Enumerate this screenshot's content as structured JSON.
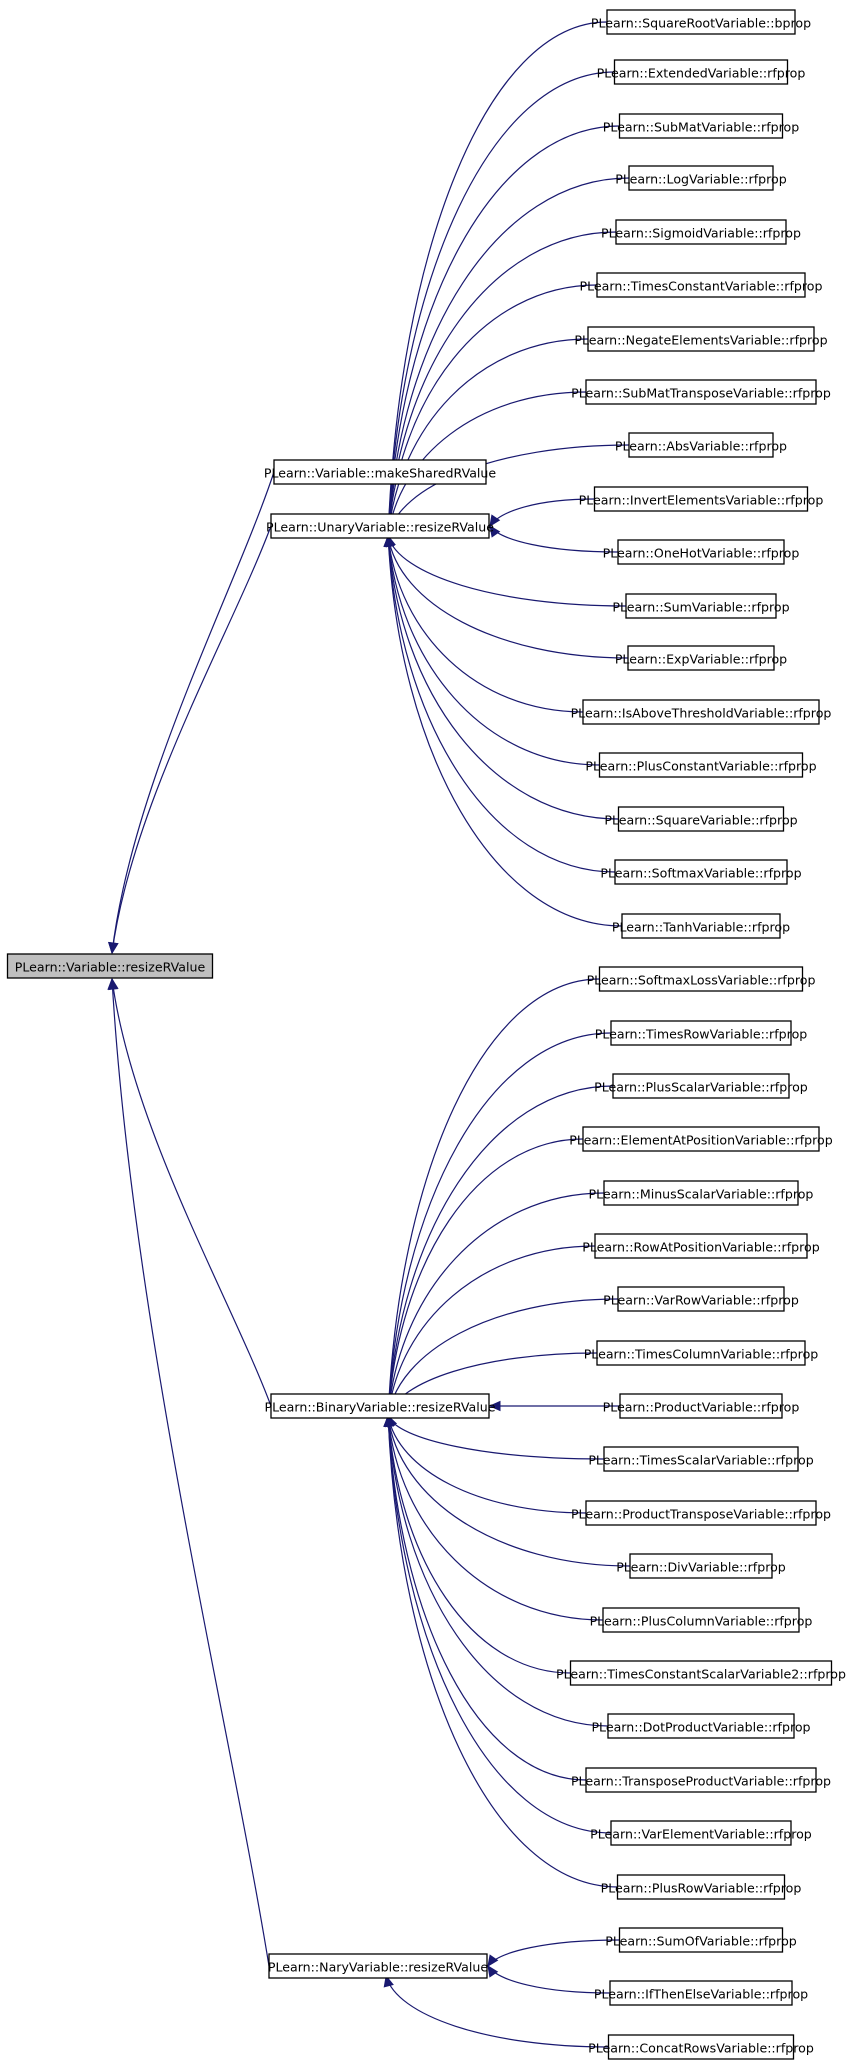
{
  "graph": {
    "colors": {
      "edge": "#191970",
      "root_fill": "#bfbfbf",
      "node_fill": "#ffffff",
      "node_border": "#000000"
    },
    "root": "PLearn::Variable::resizeRValue",
    "nodes": [
      {
        "id": "root",
        "label": "PLearn::Variable::resizeRValue"
      },
      {
        "id": "makeShared",
        "label": "PLearn::Variable::makeSharedRValue"
      },
      {
        "id": "unary",
        "label": "PLearn::UnaryVariable::resizeRValue"
      },
      {
        "id": "binary",
        "label": "PLearn::BinaryVariable::resizeRValue"
      },
      {
        "id": "nary",
        "label": "PLearn::NaryVariable::resizeRValue"
      },
      {
        "id": "u1",
        "label": "PLearn::SquareRootVariable::bprop"
      },
      {
        "id": "u2",
        "label": "PLearn::ExtendedVariable::rfprop"
      },
      {
        "id": "u3",
        "label": "PLearn::SubMatVariable::rfprop"
      },
      {
        "id": "u4",
        "label": "PLearn::LogVariable::rfprop"
      },
      {
        "id": "u5",
        "label": "PLearn::SigmoidVariable::rfprop"
      },
      {
        "id": "u6",
        "label": "PLearn::TimesConstantVariable::rfprop"
      },
      {
        "id": "u7",
        "label": "PLearn::NegateElementsVariable::rfprop"
      },
      {
        "id": "u8",
        "label": "PLearn::SubMatTransposeVariable::rfprop"
      },
      {
        "id": "u9",
        "label": "PLearn::AbsVariable::rfprop"
      },
      {
        "id": "u10",
        "label": "PLearn::InvertElementsVariable::rfprop"
      },
      {
        "id": "u11",
        "label": "PLearn::OneHotVariable::rfprop"
      },
      {
        "id": "u12",
        "label": "PLearn::SumVariable::rfprop"
      },
      {
        "id": "u13",
        "label": "PLearn::ExpVariable::rfprop"
      },
      {
        "id": "u14",
        "label": "PLearn::IsAboveThresholdVariable::rfprop"
      },
      {
        "id": "u15",
        "label": "PLearn::PlusConstantVariable::rfprop"
      },
      {
        "id": "u16",
        "label": "PLearn::SquareVariable::rfprop"
      },
      {
        "id": "u17",
        "label": "PLearn::SoftmaxVariable::rfprop"
      },
      {
        "id": "u18",
        "label": "PLearn::TanhVariable::rfprop"
      },
      {
        "id": "b1",
        "label": "PLearn::SoftmaxLossVariable::rfprop"
      },
      {
        "id": "b2",
        "label": "PLearn::TimesRowVariable::rfprop"
      },
      {
        "id": "b3",
        "label": "PLearn::PlusScalarVariable::rfprop"
      },
      {
        "id": "b4",
        "label": "PLearn::ElementAtPositionVariable::rfprop"
      },
      {
        "id": "b5",
        "label": "PLearn::MinusScalarVariable::rfprop"
      },
      {
        "id": "b6",
        "label": "PLearn::RowAtPositionVariable::rfprop"
      },
      {
        "id": "b7",
        "label": "PLearn::VarRowVariable::rfprop"
      },
      {
        "id": "b8",
        "label": "PLearn::TimesColumnVariable::rfprop"
      },
      {
        "id": "b9",
        "label": "PLearn::ProductVariable::rfprop"
      },
      {
        "id": "b10",
        "label": "PLearn::TimesScalarVariable::rfprop"
      },
      {
        "id": "b11",
        "label": "PLearn::ProductTransposeVariable::rfprop"
      },
      {
        "id": "b12",
        "label": "PLearn::DivVariable::rfprop"
      },
      {
        "id": "b13",
        "label": "PLearn::PlusColumnVariable::rfprop"
      },
      {
        "id": "b14",
        "label": "PLearn::TimesConstantScalarVariable2::rfprop"
      },
      {
        "id": "b15",
        "label": "PLearn::DotProductVariable::rfprop"
      },
      {
        "id": "b16",
        "label": "PLearn::TransposeProductVariable::rfprop"
      },
      {
        "id": "b17",
        "label": "PLearn::VarElementVariable::rfprop"
      },
      {
        "id": "b18",
        "label": "PLearn::PlusRowVariable::rfprop"
      },
      {
        "id": "n1",
        "label": "PLearn::SumOfVariable::rfprop"
      },
      {
        "id": "n2",
        "label": "PLearn::IfThenElseVariable::rfprop"
      },
      {
        "id": "n3",
        "label": "PLearn::ConcatRowsVariable::rfprop"
      }
    ],
    "edges": [
      {
        "from": "makeShared",
        "to": "root"
      },
      {
        "from": "unary",
        "to": "root"
      },
      {
        "from": "binary",
        "to": "root"
      },
      {
        "from": "nary",
        "to": "root"
      },
      {
        "from": "u1",
        "to": "unary"
      },
      {
        "from": "u2",
        "to": "unary"
      },
      {
        "from": "u3",
        "to": "unary"
      },
      {
        "from": "u4",
        "to": "unary"
      },
      {
        "from": "u5",
        "to": "unary"
      },
      {
        "from": "u6",
        "to": "unary"
      },
      {
        "from": "u7",
        "to": "unary"
      },
      {
        "from": "u8",
        "to": "unary"
      },
      {
        "from": "u9",
        "to": "unary"
      },
      {
        "from": "u10",
        "to": "unary"
      },
      {
        "from": "u11",
        "to": "unary"
      },
      {
        "from": "u12",
        "to": "unary"
      },
      {
        "from": "u13",
        "to": "unary"
      },
      {
        "from": "u14",
        "to": "unary"
      },
      {
        "from": "u15",
        "to": "unary"
      },
      {
        "from": "u16",
        "to": "unary"
      },
      {
        "from": "u17",
        "to": "unary"
      },
      {
        "from": "u18",
        "to": "unary"
      },
      {
        "from": "b1",
        "to": "binary"
      },
      {
        "from": "b2",
        "to": "binary"
      },
      {
        "from": "b3",
        "to": "binary"
      },
      {
        "from": "b4",
        "to": "binary"
      },
      {
        "from": "b5",
        "to": "binary"
      },
      {
        "from": "b6",
        "to": "binary"
      },
      {
        "from": "b7",
        "to": "binary"
      },
      {
        "from": "b8",
        "to": "binary"
      },
      {
        "from": "b9",
        "to": "binary"
      },
      {
        "from": "b10",
        "to": "binary"
      },
      {
        "from": "b11",
        "to": "binary"
      },
      {
        "from": "b12",
        "to": "binary"
      },
      {
        "from": "b13",
        "to": "binary"
      },
      {
        "from": "b14",
        "to": "binary"
      },
      {
        "from": "b15",
        "to": "binary"
      },
      {
        "from": "b16",
        "to": "binary"
      },
      {
        "from": "b17",
        "to": "binary"
      },
      {
        "from": "b18",
        "to": "binary"
      },
      {
        "from": "n1",
        "to": "nary"
      },
      {
        "from": "n2",
        "to": "nary"
      },
      {
        "from": "n3",
        "to": "nary"
      }
    ]
  }
}
